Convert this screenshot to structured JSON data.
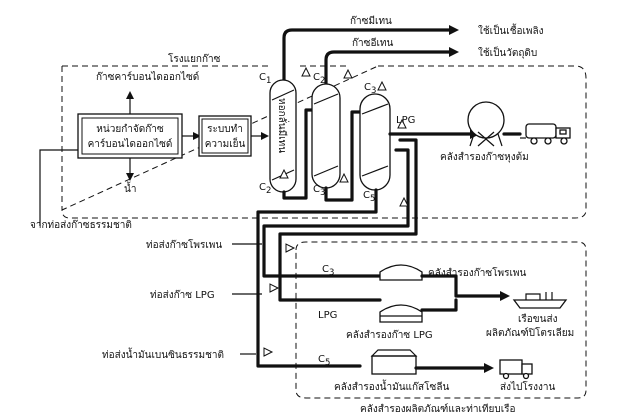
{
  "plant": {
    "title": "โรงแยกก๊าซ",
    "co2_label": "ก๊าซคาร์บอนไดออกไซด์",
    "co2_unit_line1": "หน่วยกำจัดก๊าซ",
    "co2_unit_line2": "คาร์บอนไดออกไซด์",
    "cooling_line1": "ระบบทำ",
    "cooling_line2": "ความเย็น",
    "water_label": "น้ำ",
    "demethanizer_label": "หอกลั่นมีเทน",
    "inlet_label": "จากท่อส่งก๊าซธรรมชาติ"
  },
  "outputs": {
    "methane_label": "ก๊าซมีเทน",
    "methane_use": "ใช้เป็นเชื้อเพลิง",
    "ethane_label": "ก๊าซอีเทน",
    "ethane_use": "ใช้เป็นวัตถุดิบ"
  },
  "towers": {
    "c1_top": "C",
    "c1_top_sub": "1",
    "c1_bottom": "C",
    "c1_bottom_sub": "2",
    "c2_top": "C",
    "c2_top_sub": "2",
    "c2_bottom": "C",
    "c2_bottom_sub": "3",
    "c3_top": "C",
    "c3_top_sub": "3",
    "c3_bottom": "C",
    "c3_bottom_sub": "5",
    "lpg_label": "LPG"
  },
  "storage": {
    "sphere_label": "คลังสำรองก๊าซหุงต้ม",
    "propane_pipe": "ท่อส่งก๊าซโพรเพน",
    "lpg_pipe": "ท่อส่งก๊าซ LPG",
    "gasoline_pipe": "ท่อส่งน้ำมันเบนซินธรรมชาติ",
    "c3_line": "C",
    "c3_line_sub": "3",
    "lpg_line": "LPG",
    "c5_line": "C",
    "c5_line_sub": "5",
    "propane_tank": "คลังสำรองก๊าซโพรเพน",
    "lpg_tank": "คลังสำรองก๊าซ LPG",
    "gasoline_tank": "คลังสำรองน้ำมันแก๊สโซลีน",
    "ship_line1": "เรือขนส่ง",
    "ship_line2": "ผลิตภัณฑ์ปิโตรเลียม",
    "factory_label": "ส่งไปโรงงาน",
    "terminal_label": "คลังสำรองผลิตภัณฑ์และท่าเทียบเรือ"
  }
}
